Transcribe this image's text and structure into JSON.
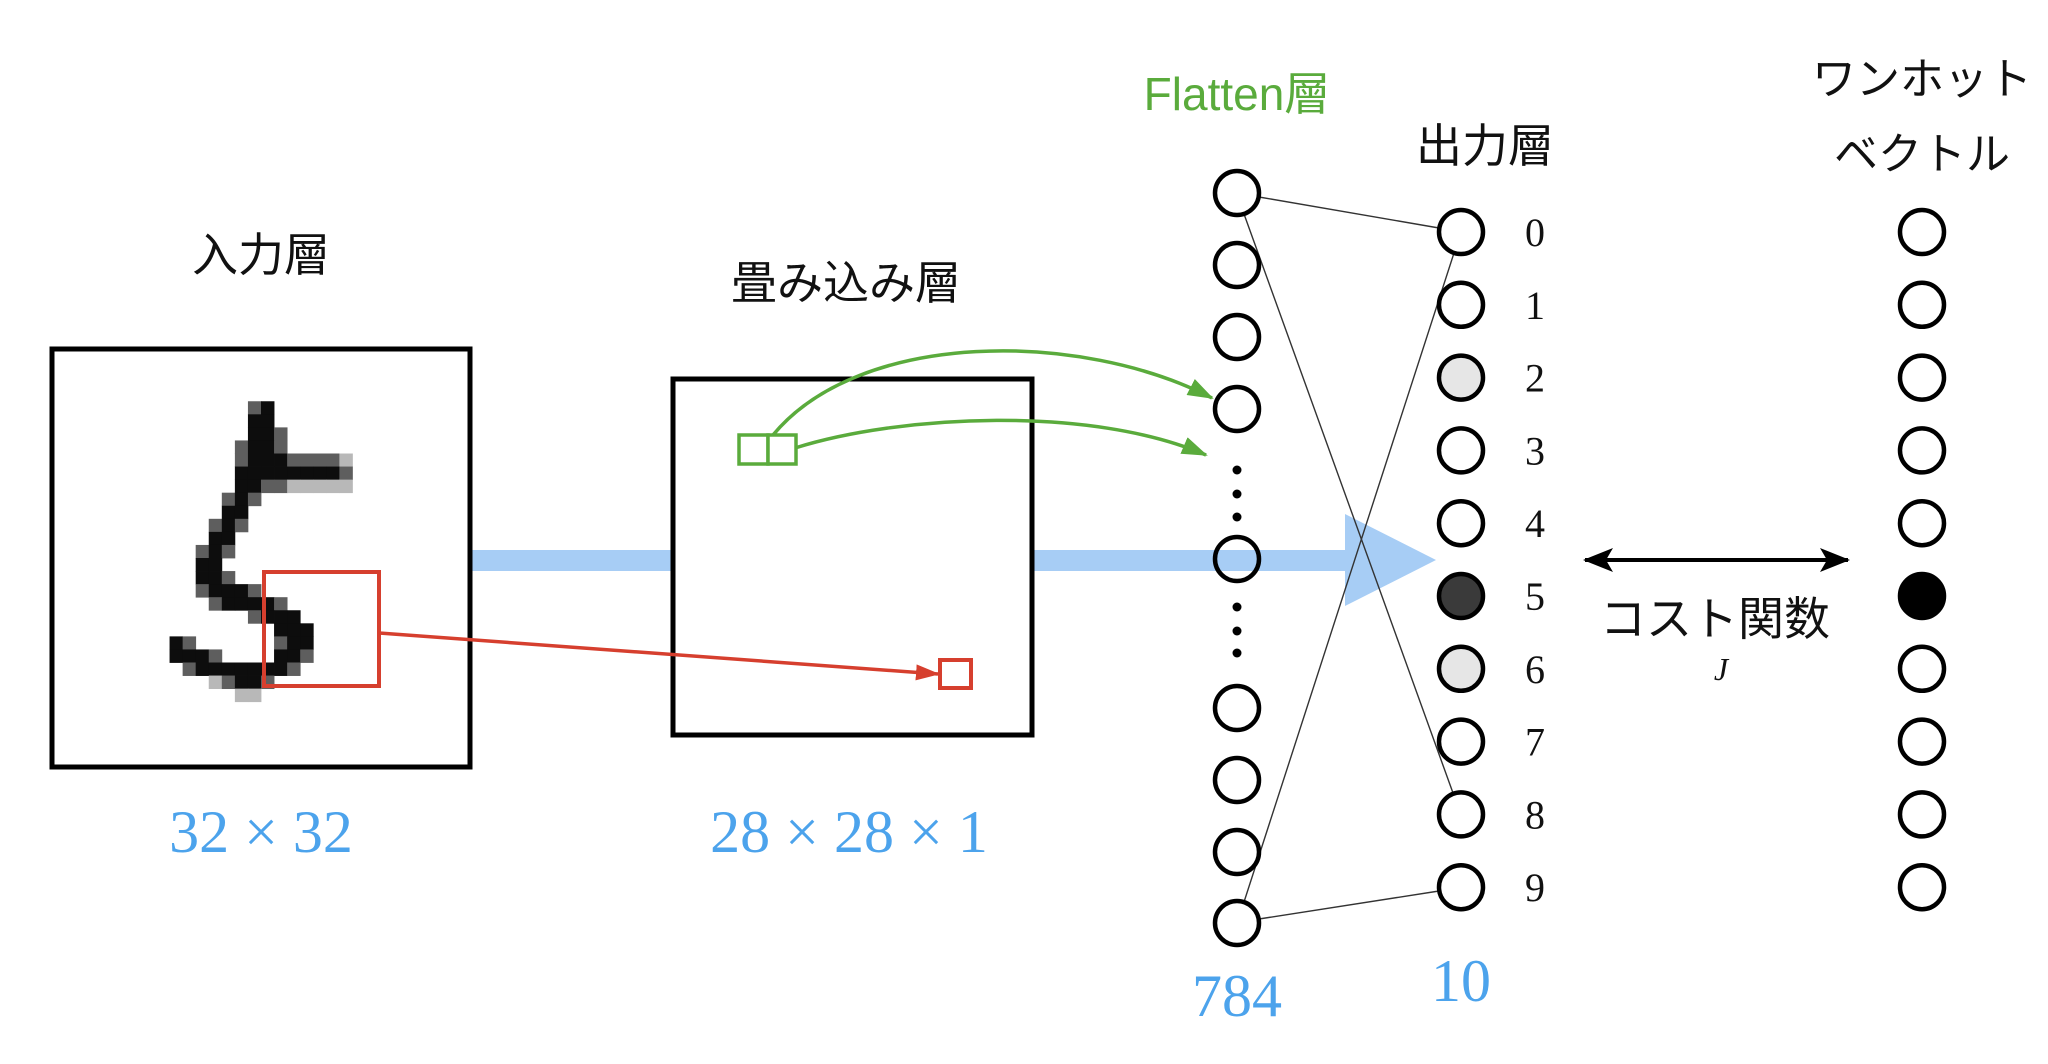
{
  "input_layer": {
    "title": "入力層",
    "shape": "32 × 32"
  },
  "conv_layer": {
    "title": "畳み込み層",
    "shape": "28 × 28 × 1"
  },
  "flatten_layer": {
    "title": "Flatten層",
    "units": "784"
  },
  "output_layer": {
    "title": "出力層",
    "units": "10",
    "class_labels": [
      "0",
      "1",
      "2",
      "3",
      "4",
      "5",
      "6",
      "7",
      "8",
      "9"
    ],
    "node_fills": [
      "#ffffff",
      "#ffffff",
      "#e6e6e6",
      "#ffffff",
      "#ffffff",
      "#3a3a3a",
      "#e6e6e6",
      "#ffffff",
      "#ffffff",
      "#ffffff"
    ]
  },
  "one_hot_vector": {
    "title_line1": "ワンホット",
    "title_line2": "ベクトル",
    "values": [
      0,
      0,
      0,
      0,
      0,
      1,
      0,
      0,
      0,
      0
    ]
  },
  "cost_function": {
    "label": "コスト関数",
    "symbol": "J"
  },
  "colors": {
    "conv": "#d63f2e",
    "flatten": "#5aab3c",
    "shape_text": "#4ca3ec",
    "flow_arrow": "#a7cdf5",
    "one_hot_on": "#000000",
    "one_hot_off": "#ffffff"
  }
}
